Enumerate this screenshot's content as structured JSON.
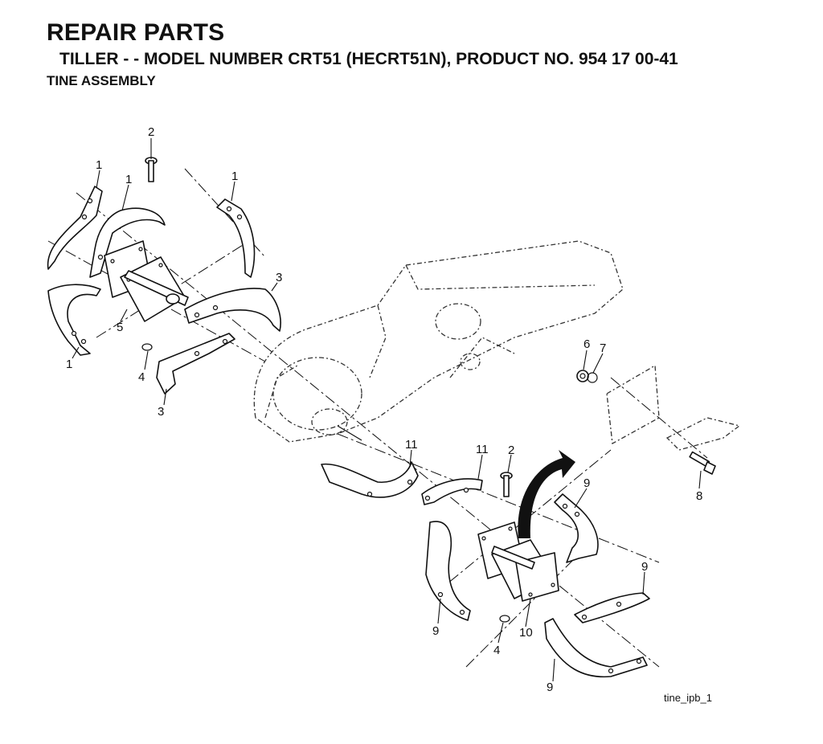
{
  "header": {
    "title": "REPAIR PARTS",
    "subtitle": "TILLER - - MODEL NUMBER CRT51 (HECRT51N), PRODUCT NO. 954 17 00-41",
    "section": "TINE ASSEMBLY"
  },
  "callouts": {
    "c1a": "1",
    "c1b": "1",
    "c1c": "1",
    "c1d": "1",
    "c2a": "2",
    "c2b": "2",
    "c3a": "3",
    "c3b": "3",
    "c4a": "4",
    "c4b": "4",
    "c5": "5",
    "c6": "6",
    "c7": "7",
    "c8": "8",
    "c9a": "9",
    "c9b": "9",
    "c9c": "9",
    "c9d": "9",
    "c10": "10",
    "c11a": "11",
    "c11b": "11"
  },
  "figure_id": "tine_ipb_1"
}
